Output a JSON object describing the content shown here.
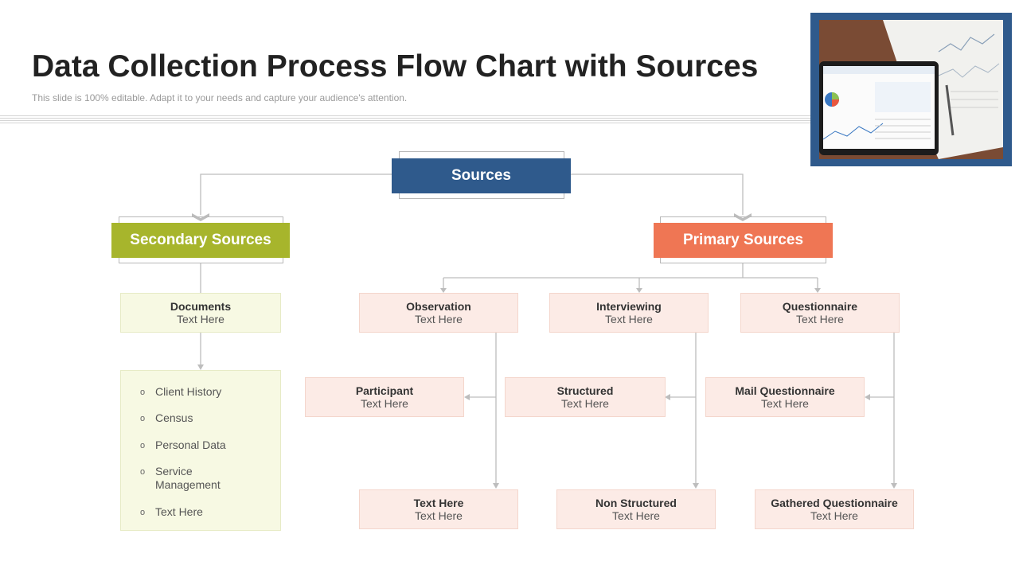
{
  "header": {
    "title": "Data Collection Process Flow Chart with Sources",
    "subtitle": "This slide is 100% editable. Adapt it to your needs and capture your audience's attention."
  },
  "colors": {
    "sources": "#2f5a8c",
    "secondary": "#a7b52c",
    "primary": "#ef7654",
    "pink_node": "#fcebe6",
    "green_node": "#f7f9e3",
    "connector": "#bdbdbd"
  },
  "flow": {
    "sources": {
      "label": "Sources"
    },
    "secondary": {
      "label": "Secondary Sources",
      "documents": {
        "title": "Documents",
        "text": "Text Here"
      },
      "list": [
        "Client History",
        "Census",
        "Personal Data",
        "Service Management",
        "Text Here"
      ]
    },
    "primary": {
      "label": "Primary Sources",
      "observation": {
        "title": "Observation",
        "text": "Text Here"
      },
      "interviewing": {
        "title": "Interviewing",
        "text": "Text Here"
      },
      "questionnaire": {
        "title": "Questionnaire",
        "text": "Text Here"
      },
      "participant": {
        "title": "Participant",
        "text": "Text Here"
      },
      "structured": {
        "title": "Structured",
        "text": "Text Here"
      },
      "mail_questionnaire": {
        "title": "Mail Questionnaire",
        "text": "Text Here"
      },
      "text_here": {
        "title": "Text Here",
        "text": "Text Here"
      },
      "non_structured": {
        "title": "Non Structured",
        "text": "Text Here"
      },
      "gathered_questionnaire": {
        "title": "Gathered Questionnaire",
        "text": "Text Here"
      }
    }
  }
}
